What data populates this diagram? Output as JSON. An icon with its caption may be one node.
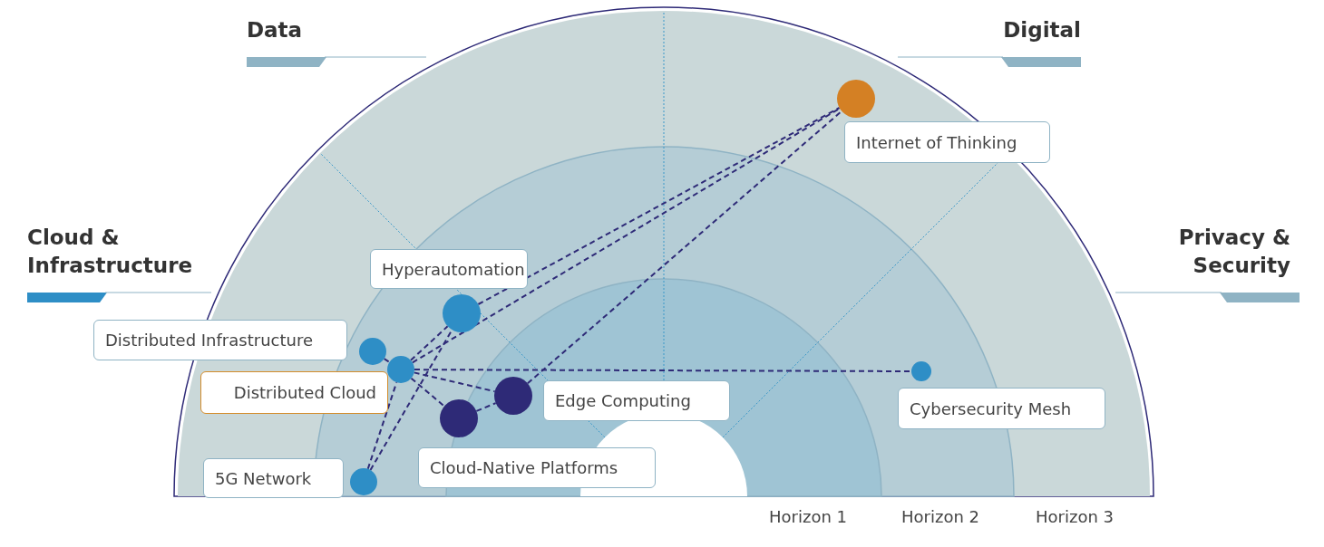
{
  "diagram": {
    "nodes": [
      {
        "text": [],
        "shape": "circle",
        "beside": [
          "Internet of Thinking"
        ]
      },
      {
        "text": [],
        "shape": "circle",
        "beside": [
          "Hyperautomation"
        ]
      },
      {
        "text": [],
        "shape": "circle",
        "beside": [
          "Distributed Infrastructure"
        ]
      },
      {
        "text": [],
        "shape": "circle",
        "beside": [
          "Distributed Cloud"
        ]
      },
      {
        "text": [],
        "shape": "circle",
        "beside": [
          "Cybersecurity Mesh"
        ]
      },
      {
        "text": [],
        "shape": "circle",
        "beside": [
          "Edge Computing"
        ]
      },
      {
        "text": [],
        "shape": "circle",
        "beside": [
          "Cloud-Native Platforms"
        ]
      },
      {
        "text": [],
        "shape": "circle",
        "beside": [
          "5G Network"
        ]
      }
    ],
    "edges": [
      {
        "from": 2,
        "to": 3,
        "arrow": "none"
      },
      {
        "from": 3,
        "to": 1,
        "arrow": "none"
      },
      {
        "from": 3,
        "to": 0,
        "arrow": "none"
      },
      {
        "from": 1,
        "to": 0,
        "arrow": "none"
      },
      {
        "from": 7,
        "to": 3,
        "arrow": "none"
      },
      {
        "from": 7,
        "to": 1,
        "arrow": "none"
      },
      {
        "from": 3,
        "to": 5,
        "arrow": "none"
      },
      {
        "from": 3,
        "to": 6,
        "arrow": "none"
      },
      {
        "from": 6,
        "to": 5,
        "arrow": "none"
      },
      {
        "from": 5,
        "to": 0,
        "arrow": "none"
      },
      {
        "from": 3,
        "to": 4,
        "arrow": "none"
      }
    ],
    "labels": [
      "Data",
      "Digital",
      "Cloud & Infrastructure",
      "Privacy & Security",
      "Horizon 1",
      "Horizon 2",
      "Horizon 3"
    ]
  }
}
